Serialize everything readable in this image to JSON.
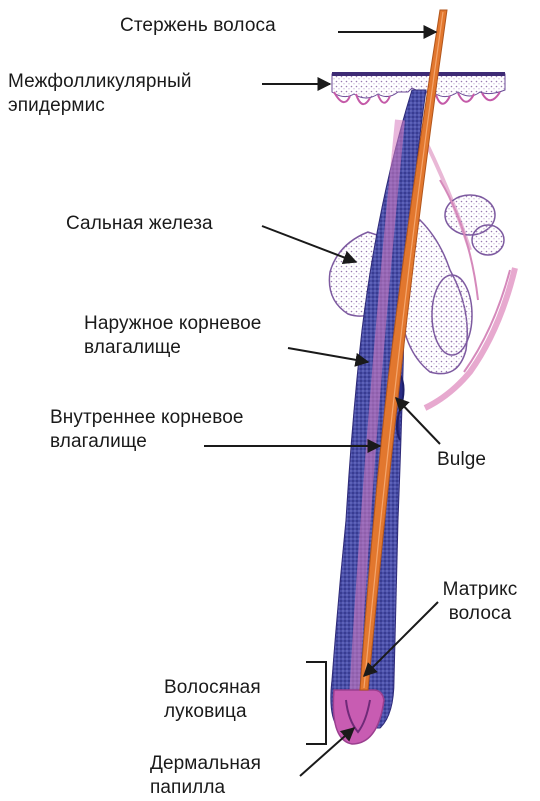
{
  "labels": {
    "shaft": "Стержень волоса",
    "epidermis": [
      "Межфолликулярный",
      "эпидермис"
    ],
    "sebaceous": "Сальная железа",
    "outer_sheath": [
      "Наружное корневое",
      "влагалище"
    ],
    "inner_sheath": [
      "Внутреннее корневое",
      "влагалище"
    ],
    "bulge": "Bulge",
    "matrix": [
      "Матрикс",
      "волоса"
    ],
    "bulb": [
      "Волосяная",
      "луковица"
    ],
    "papilla": [
      "Дермальная",
      "папилла"
    ]
  },
  "colors": {
    "hair": "#e2772e",
    "sheath_dark": "#3b3f9a",
    "sheath_mid": "#6a63b6",
    "pink": "#d77bc0",
    "gland_fill": "#e9e3ef",
    "gland_edge": "#8f6aa5",
    "epidermis": "#5a3f8f"
  }
}
